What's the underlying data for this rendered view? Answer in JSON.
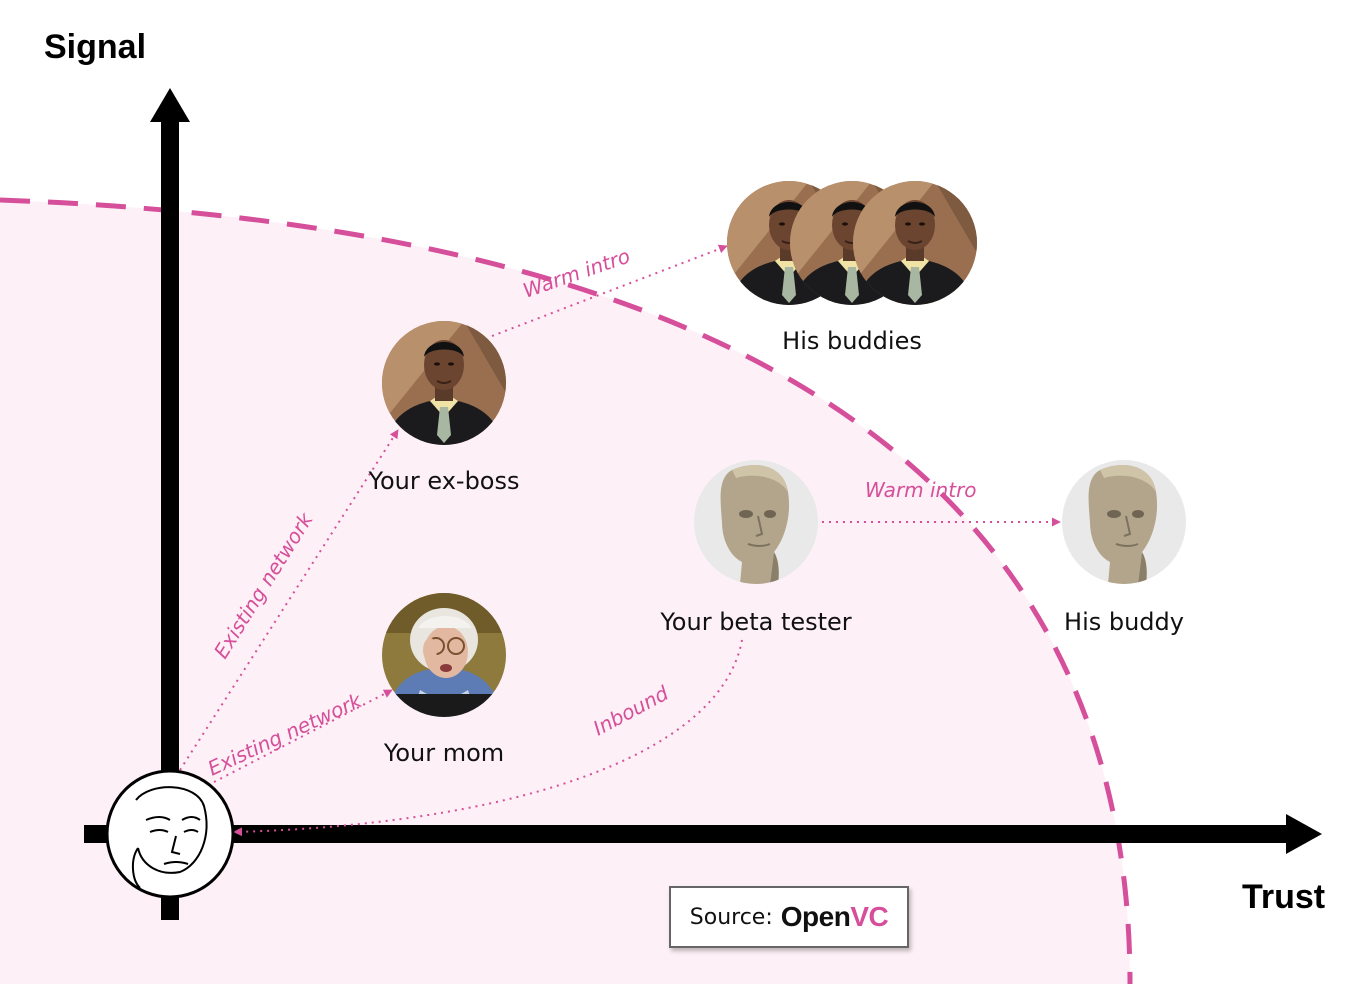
{
  "axes": {
    "y_title": "Signal",
    "x_title": "Trust"
  },
  "colors": {
    "accent": "#d64f9a",
    "zone_fill": "#fdf0f6",
    "axis": "#000000"
  },
  "nodes": {
    "you": {
      "icon": "sad-wojak-face-icon"
    },
    "ex_boss": {
      "label": "Your ex-boss",
      "icon": "businessman-portrait-icon"
    },
    "buddies": {
      "label": "His buddies",
      "icon": "businessman-portrait-icon"
    },
    "mom": {
      "label": "Your mom",
      "icon": "grandma-portrait-icon"
    },
    "beta_tester": {
      "label": "Your beta tester",
      "icon": "meme-man-head-icon"
    },
    "buddy": {
      "label": "His buddy",
      "icon": "meme-man-head-icon"
    }
  },
  "edges": [
    {
      "from": "you",
      "to": "ex_boss",
      "label": "Existing network"
    },
    {
      "from": "you",
      "to": "mom",
      "label": "Existing network"
    },
    {
      "from": "ex_boss",
      "to": "buddies",
      "label": "Warm intro"
    },
    {
      "from": "beta_tester",
      "to": "buddy",
      "label": "Warm intro"
    },
    {
      "from": "beta_tester",
      "to": "you",
      "label": "Inbound"
    }
  ],
  "source": {
    "label": "Source:",
    "logo_part1": "Open",
    "logo_part2": "VC"
  }
}
